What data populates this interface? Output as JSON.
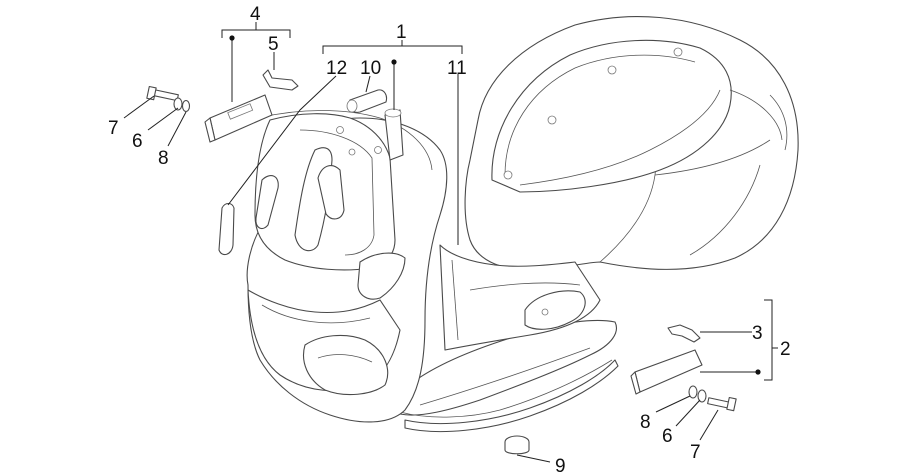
{
  "callouts": {
    "c1": "1",
    "c2": "2",
    "c3": "3",
    "c4": "4",
    "c5": "5",
    "c6a": "6",
    "c6b": "6",
    "c7a": "7",
    "c7b": "7",
    "c8a": "8",
    "c8b": "8",
    "c9": "9",
    "c10": "10",
    "c11": "11",
    "c12": "12"
  },
  "colors": {
    "line": "#4a4a4a",
    "label": "#111111",
    "background": "#ffffff"
  }
}
